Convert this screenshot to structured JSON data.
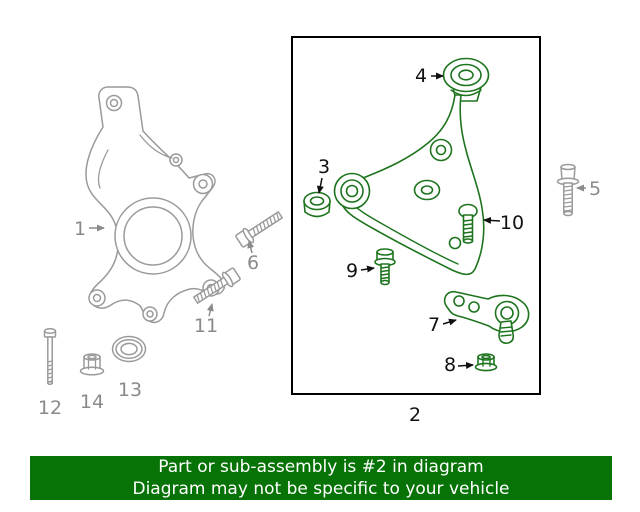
{
  "colors": {
    "part_gray": "#9a9a9a",
    "label_gray": "#8a8a8a",
    "highlight_green": "#1e741e",
    "callout_black": "#111111",
    "box_border": "#000000",
    "banner_bg": "#077307",
    "banner_text": "#ffffff"
  },
  "banner": {
    "line1": "Part or sub-assembly is #2 in diagram",
    "line2": "Diagram may not be specific to your vehicle"
  },
  "callouts": {
    "knuckle": "1",
    "assembly": "2",
    "front_bushing": "3",
    "rear_bushing": "4",
    "knuckle_bolt_right": "5",
    "knuckle_bolt_upper": "6",
    "ball_joint": "7",
    "ball_joint_nut": "8",
    "arm_bolt_front": "9",
    "arm_bolt_vertical": "10",
    "knuckle_bolt_lower": "11",
    "hub_bolt": "12",
    "seal": "13",
    "hub_nut": "14"
  }
}
